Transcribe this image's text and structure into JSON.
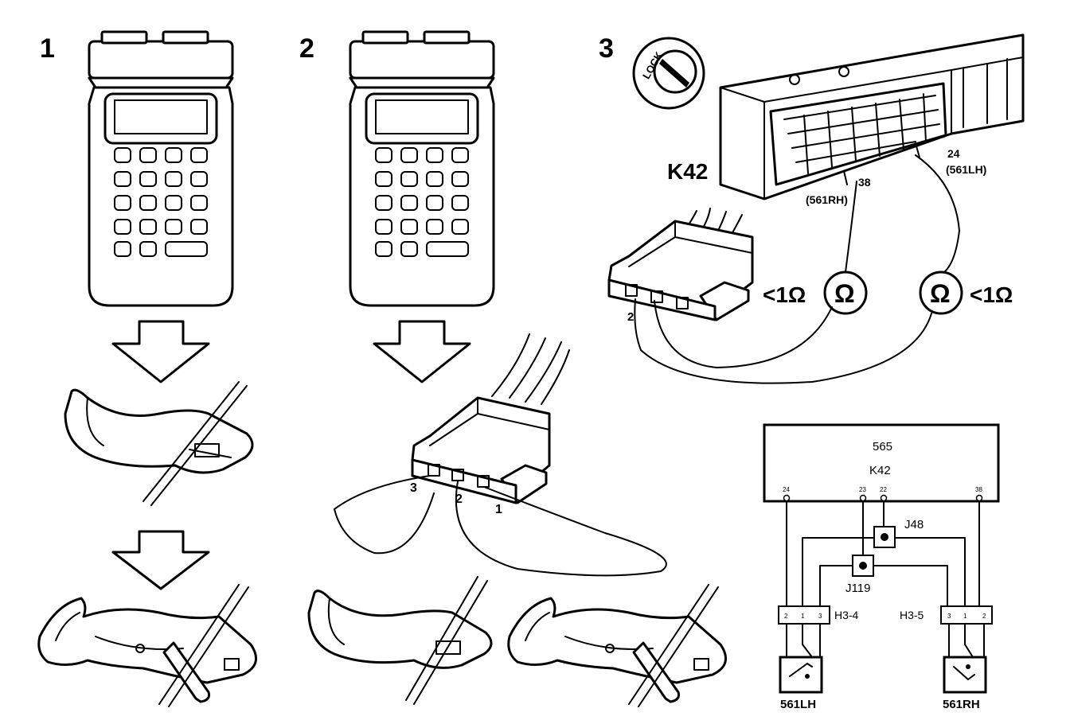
{
  "panels": {
    "p1": {
      "number": "1"
    },
    "p2": {
      "number": "2"
    },
    "p3": {
      "number": "3"
    }
  },
  "connector_p2": {
    "pin3": "3",
    "pin2": "2",
    "pin1": "1"
  },
  "panel3": {
    "lock_text": "LOCK",
    "ecu_label": "K42",
    "pin38": "38",
    "pin38_sub": "(561RH)",
    "pin24": "24",
    "pin24_sub": "(561LH)",
    "connector_pin": "2",
    "ohm_left_value": "<1Ω",
    "ohm_right_value": "<1Ω",
    "ohm_symbol": "Ω"
  },
  "schematic": {
    "box_line1": "565",
    "box_line2": "K42",
    "pins": [
      "24",
      "23",
      "22",
      "38"
    ],
    "j48": "J48",
    "j119": "J119",
    "h34": "H3-4",
    "h35": "H3-5",
    "h34_pins": [
      "2",
      "1",
      "3"
    ],
    "h35_pins": [
      "3",
      "1",
      "2"
    ],
    "lh": "561LH",
    "rh": "561RH"
  }
}
